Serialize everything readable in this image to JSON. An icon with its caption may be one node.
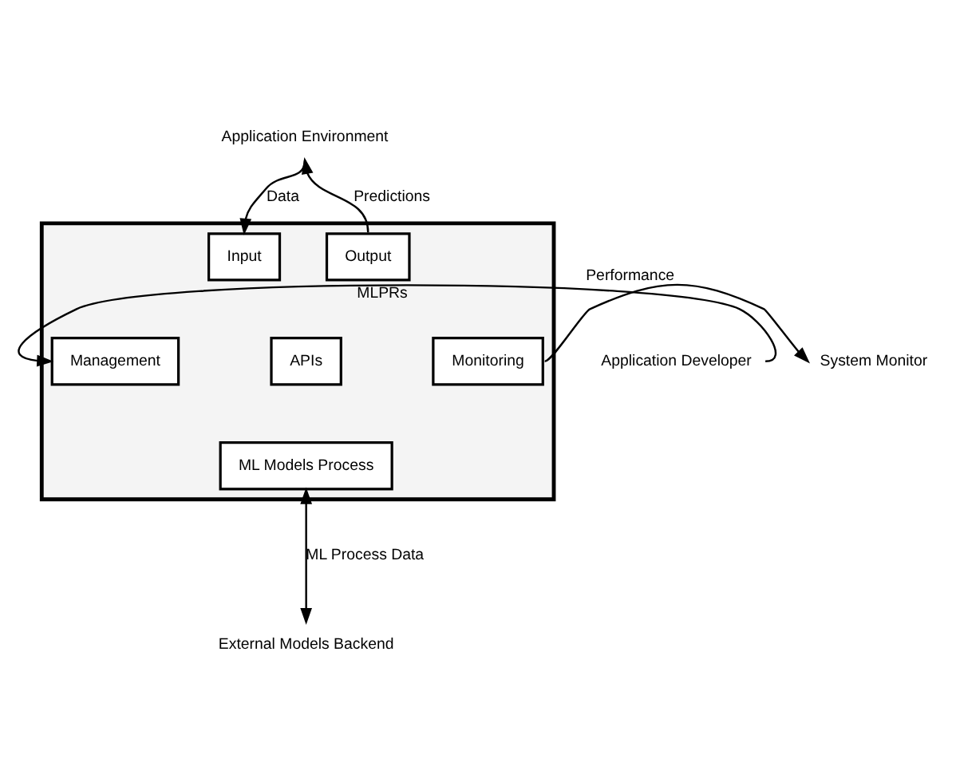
{
  "diagram": {
    "nodes": [
      {
        "text": [
          "Application Environment"
        ]
      },
      {
        "text": [
          "Application Developer"
        ]
      },
      {
        "text": [],
        "shape": "box"
      },
      {
        "text": [
          "Input"
        ],
        "in": 2
      },
      {
        "text": [
          "Output"
        ],
        "in": 2
      },
      {
        "text": [
          "Management"
        ],
        "in": 2
      },
      {
        "text": [
          "APIs"
        ],
        "in": 2
      },
      {
        "text": [
          "Monitoring"
        ],
        "in": 2
      },
      {
        "text": [
          "ML Models Process"
        ],
        "in": 2
      },
      {
        "text": [
          "System Monitor"
        ]
      },
      {
        "text": [
          "External Models Backend"
        ]
      }
    ],
    "edges": [
      {
        "from": 0,
        "to": 3,
        "arrow": "to",
        "label": "Data"
      },
      {
        "from": 4,
        "to": 0,
        "arrow": "to",
        "label": "Predictions"
      },
      {
        "from": 1,
        "to": 5,
        "arrow": "to",
        "label": "MLPRs"
      },
      {
        "from": 7,
        "to": 9,
        "arrow": "to",
        "label": "Performance"
      },
      {
        "from": 8,
        "to": 10,
        "arrow": "both",
        "label": "ML Process Data"
      }
    ]
  }
}
